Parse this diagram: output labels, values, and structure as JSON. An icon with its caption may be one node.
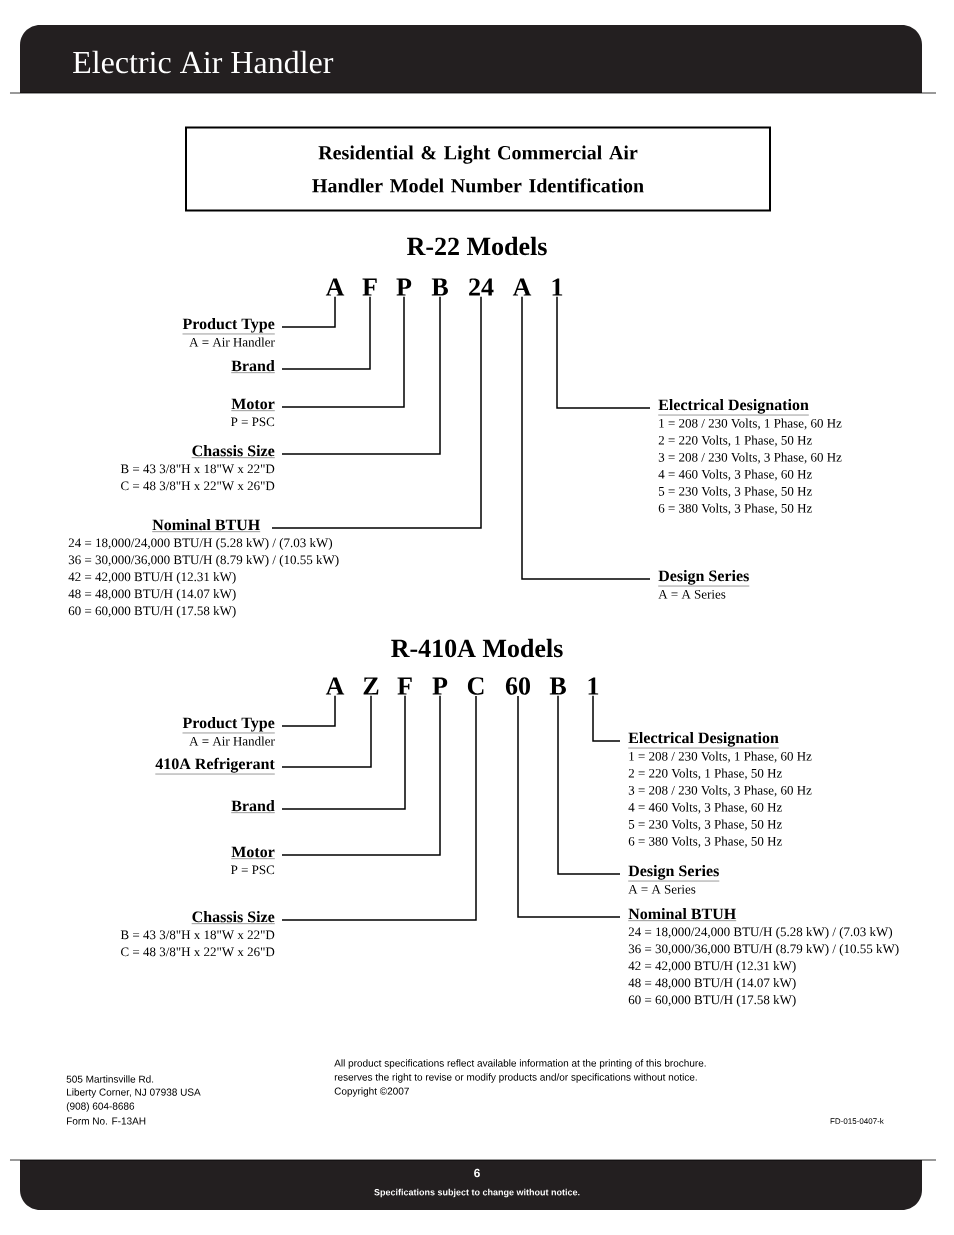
{
  "diagram": {
    "title": "Electric Air Handler",
    "nodes": [
      {
        "text": [
          "Residential & Light Commercial Air Handler Model Number Identification"
        ]
      },
      {
        "text": [
          "A"
        ]
      },
      {
        "text": [
          "F"
        ]
      },
      {
        "text": [
          "P"
        ]
      },
      {
        "text": [
          "B"
        ]
      },
      {
        "text": [
          "24"
        ]
      },
      {
        "text": [
          "A"
        ]
      },
      {
        "text": [
          "1"
        ]
      },
      {
        "text": [
          "Product Type",
          "A = Air Handler"
        ]
      },
      {
        "text": [
          "Brand"
        ]
      },
      {
        "text": [
          "Motor",
          "P = PSC"
        ]
      },
      {
        "text": [
          "Chassis Size",
          "B = 43 3/8\"H x 18\"W x 22\"D",
          "C = 48 3/8\"H x 22\"W x 26\"D"
        ]
      },
      {
        "text": [
          "Nominal BTUH",
          "24 = 18,000/24,000 BTU/H (5.28 kW) / (7.03 kW)",
          "36 = 30,000/36,000 BTU/H (8.79 kW) / (10.55 kW)",
          "42 = 42,000 BTU/H (12.31 kW)",
          "48 = 48,000 BTU/H (14.07 kW)",
          "60 = 60,000 BTU/H (17.58 kW)"
        ]
      },
      {
        "text": [
          "Electrical Designation",
          "1 = 208 / 230 Volts, 1 Phase, 60 Hz",
          "2 = 220 Volts, 1 Phase, 50 Hz",
          "3 = 208 / 230 Volts, 3 Phase, 60 Hz",
          "4 = 460 Volts, 3 Phase, 60 Hz",
          "5 = 230 Volts, 3 Phase, 50 Hz",
          "6 = 380 Volts, 3 Phase, 50 Hz"
        ]
      },
      {
        "text": [
          "Design Series",
          "A = A Series"
        ]
      },
      {
        "text": [
          "A"
        ]
      },
      {
        "text": [
          "Z"
        ]
      },
      {
        "text": [
          "F"
        ]
      },
      {
        "text": [
          "P"
        ]
      },
      {
        "text": [
          "C"
        ]
      },
      {
        "text": [
          "60"
        ]
      },
      {
        "text": [
          "B"
        ]
      },
      {
        "text": [
          "1"
        ]
      },
      {
        "text": [
          "Product Type",
          "A = Air Handler"
        ]
      },
      {
        "text": [
          "410A Refrigerant"
        ]
      },
      {
        "text": [
          "Brand"
        ]
      },
      {
        "text": [
          "Motor",
          "P = PSC"
        ]
      },
      {
        "text": [
          "Chassis Size",
          "B = 43 3/8\"H x 18\"W x 22\"D",
          "C = 48 3/8\"H x 22\"W x 26\"D"
        ]
      },
      {
        "text": [
          "Electrical Designation",
          "1 = 208 / 230 Volts, 1 Phase, 60 Hz",
          "2 = 220 Volts, 1 Phase, 50 Hz",
          "3 = 208 / 230 Volts, 3 Phase, 60 Hz",
          "4 = 460 Volts, 3 Phase, 60 Hz",
          "5 = 230 Volts, 3 Phase, 50 Hz",
          "6 = 380 Volts, 3 Phase, 50 Hz"
        ]
      },
      {
        "text": [
          "Design Series",
          "A = A Series"
        ]
      },
      {
        "text": [
          "Nominal BTUH",
          "24 = 18,000/24,000 BTU/H (5.28 kW) / (7.03 kW)",
          "36 = 30,000/36,000 BTU/H (8.79 kW) / (10.55 kW)",
          "42 = 42,000 BTU/H (12.31 kW)",
          "48 = 48,000 BTU/H (14.07 kW)",
          "60 = 60,000 BTU/H (17.58 kW)"
        ]
      }
    ],
    "edges": [
      {
        "from": 1,
        "to": 8,
        "arrow": "none"
      },
      {
        "from": 2,
        "to": 9,
        "arrow": "none"
      },
      {
        "from": 3,
        "to": 10,
        "arrow": "none"
      },
      {
        "from": 4,
        "to": 11,
        "arrow": "none"
      },
      {
        "from": 5,
        "to": 12,
        "arrow": "none"
      },
      {
        "from": 6,
        "to": 14,
        "arrow": "none"
      },
      {
        "from": 7,
        "to": 13,
        "arrow": "none"
      },
      {
        "from": 15,
        "to": 23,
        "arrow": "none"
      },
      {
        "from": 16,
        "to": 24,
        "arrow": "none"
      },
      {
        "from": 17,
        "to": 25,
        "arrow": "none"
      },
      {
        "from": 18,
        "to": 26,
        "arrow": "none"
      },
      {
        "from": 19,
        "to": 27,
        "arrow": "none"
      },
      {
        "from": 20,
        "to": 30,
        "arrow": "none"
      },
      {
        "from": 21,
        "to": 29,
        "arrow": "none"
      },
      {
        "from": 22,
        "to": 28,
        "arrow": "none"
      }
    ],
    "labels": [
      "R-22 Models",
      "R-410A Models",
      "505 Martinsville Rd.",
      "Liberty Corner, NJ 07938 USA",
      "(908) 604-8686",
      "Form No. F-13AH",
      "All product specifications reflect available information at the printing of this brochure.",
      "reserves the right to revise or modify products and/or specifications without notice.",
      "Copyright ©2007",
      "FD-015-0407-k",
      "6",
      "Specifications subject to change without notice."
    ]
  }
}
